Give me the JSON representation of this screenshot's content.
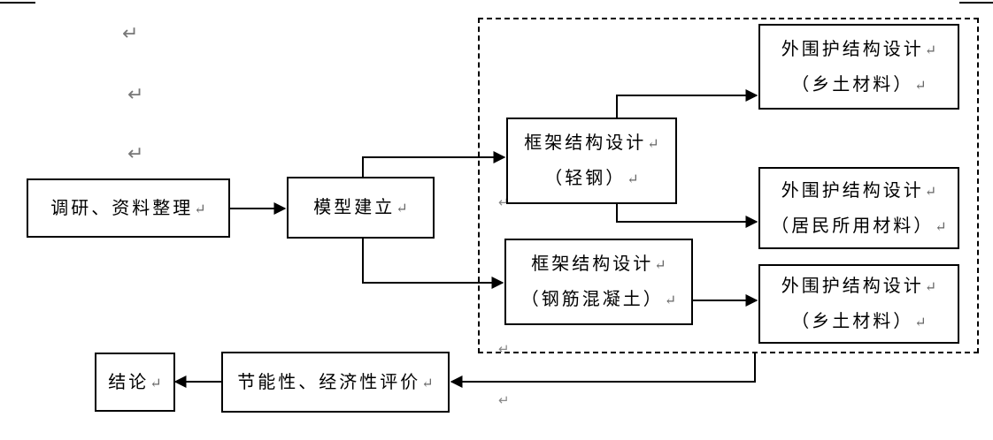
{
  "diagram": {
    "nodes": {
      "research": {
        "lines": [
          "调研、资料整理"
        ]
      },
      "model": {
        "lines": [
          "模型建立"
        ]
      },
      "frame_light": {
        "lines": [
          "框架结构设计",
          "（轻钢）"
        ]
      },
      "frame_rc": {
        "lines": [
          "框架结构设计",
          "（钢筋混凝土）"
        ]
      },
      "envelope_top": {
        "lines": [
          "外围护结构设计",
          "（乡土材料）"
        ]
      },
      "envelope_mid": {
        "lines": [
          "外围护结构设计",
          "（居民所用材料）"
        ]
      },
      "envelope_bot": {
        "lines": [
          "外围护结构设计",
          "（乡土材料）"
        ]
      },
      "evaluation": {
        "lines": [
          "节能性、经济性评价"
        ]
      },
      "conclusion": {
        "lines": [
          "结论"
        ]
      }
    },
    "edges": [
      [
        "research",
        "model"
      ],
      [
        "model",
        "frame_light"
      ],
      [
        "model",
        "frame_rc"
      ],
      [
        "frame_light",
        "envelope_top"
      ],
      [
        "frame_light",
        "envelope_mid"
      ],
      [
        "frame_rc",
        "envelope_bot"
      ],
      [
        "design_group",
        "evaluation"
      ],
      [
        "evaluation",
        "conclusion"
      ]
    ],
    "return_mark": "↵"
  }
}
